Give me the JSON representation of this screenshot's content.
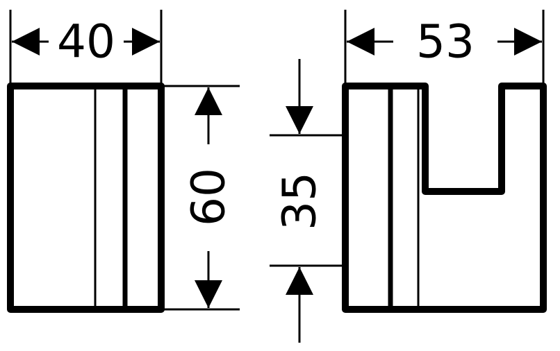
{
  "dimensions": {
    "front_width": "40",
    "front_height": "60",
    "side_width": "53",
    "hook_offset": "35"
  },
  "colors": {
    "ink": "#000000",
    "paper": "#ffffff"
  }
}
